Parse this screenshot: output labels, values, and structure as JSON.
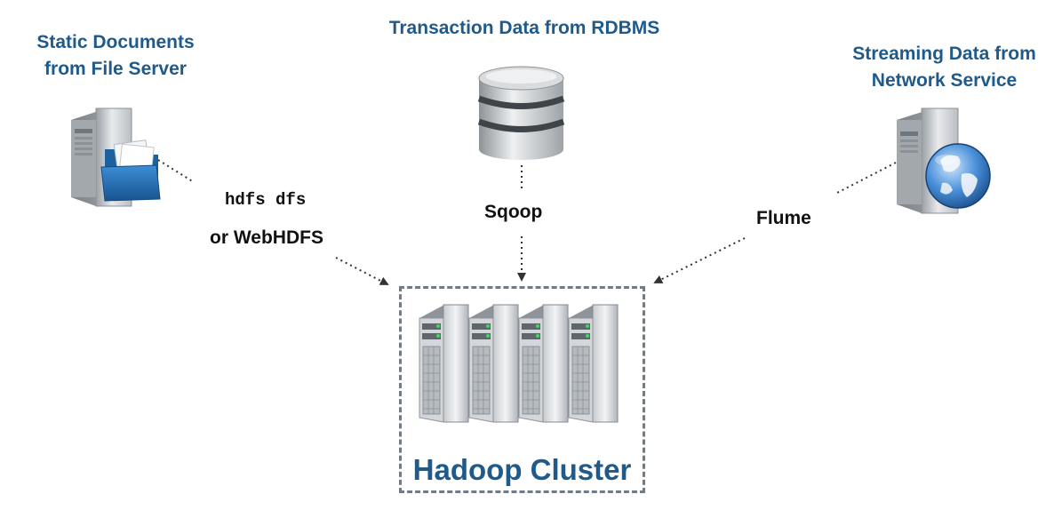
{
  "sources": {
    "file_server": {
      "title_line1": "Static Documents",
      "title_line2": "from File Server",
      "icon": "file-server-icon"
    },
    "rdbms": {
      "title": "Transaction Data from RDBMS",
      "icon": "database-icon"
    },
    "network_service": {
      "title_line1": "Streaming Data from",
      "title_line2": "Network Service",
      "icon": "network-server-icon"
    }
  },
  "tools": {
    "hdfs_cmd": "hdfs dfs",
    "webhdfs": "or WebHDFS",
    "sqoop": "Sqoop",
    "flume": "Flume"
  },
  "cluster": {
    "label": "Hadoop Cluster",
    "server_count": 4
  },
  "colors": {
    "title_blue": "#1f5a8a",
    "connector": "#333333",
    "box_border": "#6f7b86"
  }
}
